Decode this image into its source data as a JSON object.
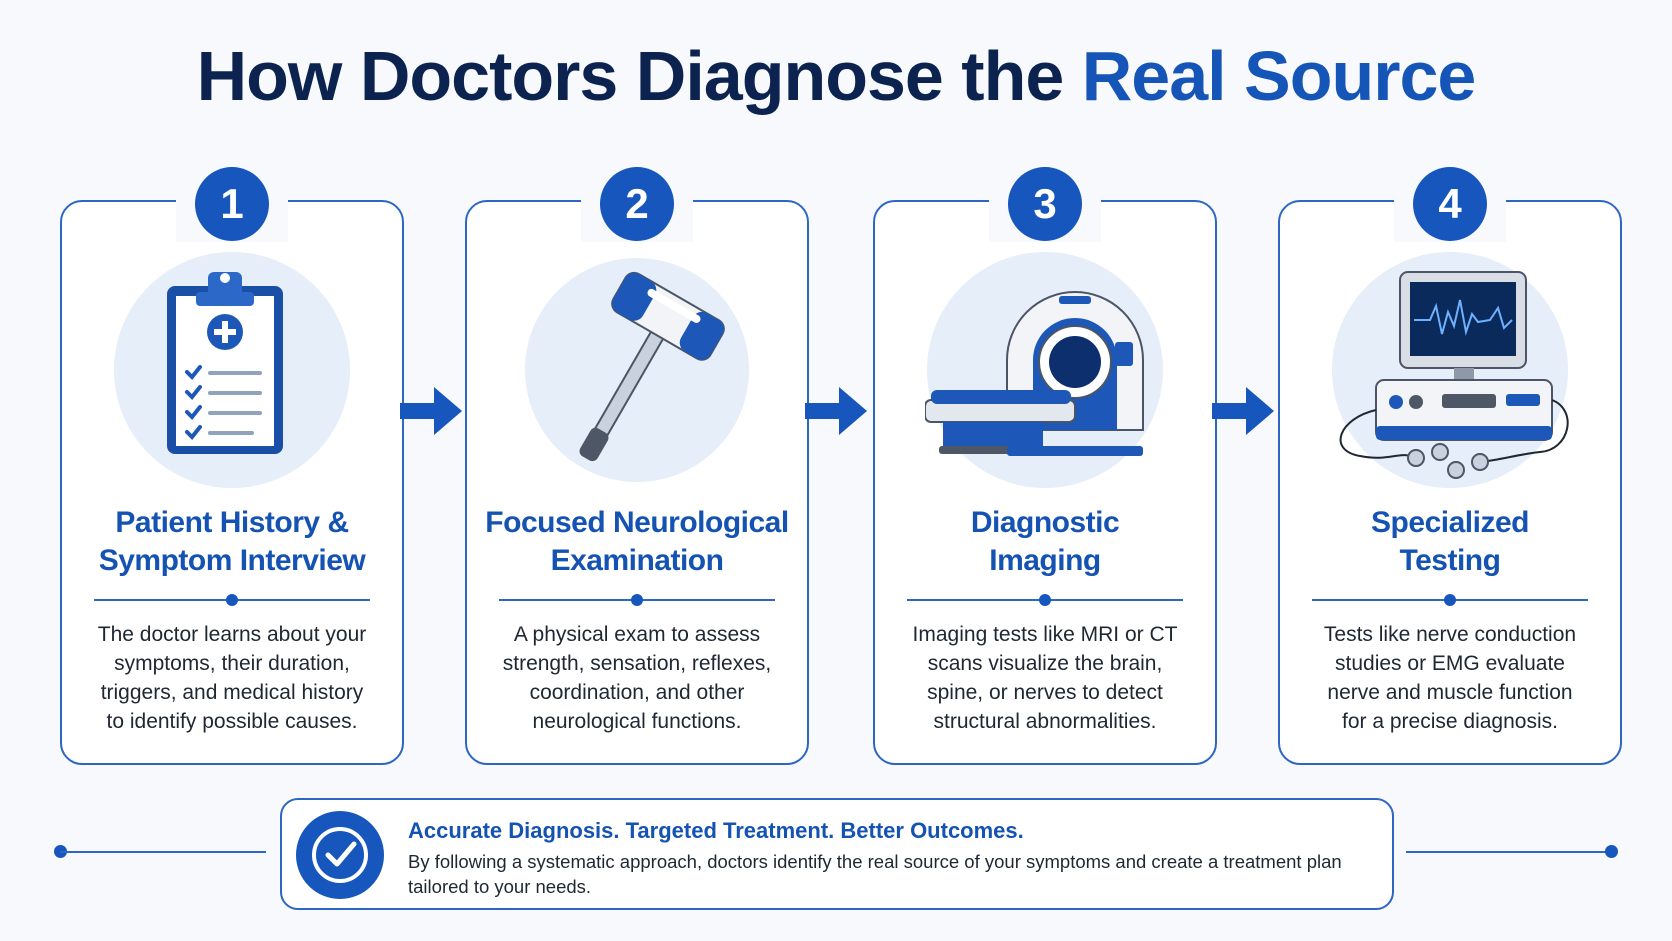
{
  "title": {
    "part1": "How Doctors Diagnose the ",
    "accent": "Real Source"
  },
  "steps": [
    {
      "number": "1",
      "title_line1": "Patient History &",
      "title_line2": "Symptom Interview",
      "desc": [
        "The doctor learns about your",
        "symptoms, their duration,",
        "triggers, and medical history",
        "to identify possible causes."
      ],
      "icon": "clipboard-icon"
    },
    {
      "number": "2",
      "title_line1": "Focused Neurological",
      "title_line2": "Examination",
      "desc": [
        "A physical exam to assess",
        "strength, sensation, reflexes,",
        "coordination, and other",
        "neurological functions."
      ],
      "icon": "reflex-hammer-icon"
    },
    {
      "number": "3",
      "title_line1": "Diagnostic",
      "title_line2": "Imaging",
      "desc": [
        "Imaging tests like MRI or CT",
        "scans visualize the brain,",
        "spine, or nerves to detect",
        "structural abnormalities."
      ],
      "icon": "mri-scanner-icon"
    },
    {
      "number": "4",
      "title_line1": "Specialized",
      "title_line2": "Testing",
      "desc": [
        "Tests like nerve conduction",
        "studies or EMG evaluate",
        "nerve and muscle function",
        "for a precise diagnosis."
      ],
      "icon": "emg-machine-icon"
    }
  ],
  "banner": {
    "headline": "Accurate Diagnosis. Targeted Treatment. Better Outcomes.",
    "body_line1": "By following a systematic approach, doctors identify the real source of your symptoms and create a treatment plan",
    "body_line2": "tailored to your needs.",
    "icon": "checkmark-circle-icon"
  },
  "colors": {
    "navy": "#0c2350",
    "accent_blue": "#1555b8",
    "badge_blue": "#1656bd",
    "border_blue": "#2d66c3",
    "background": "#f7f9fc"
  }
}
